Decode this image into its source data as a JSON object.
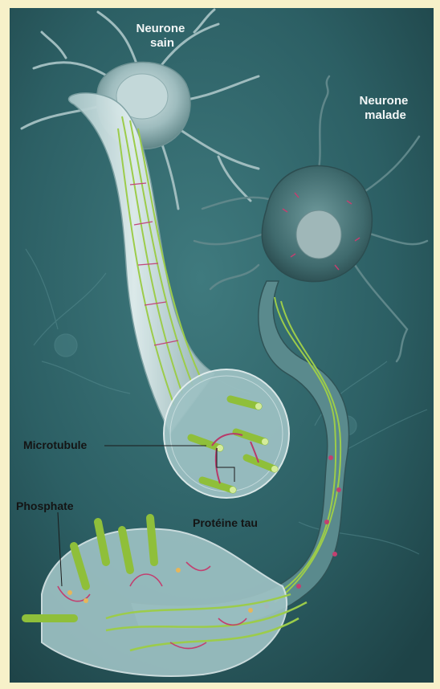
{
  "labels": {
    "healthy_neuron": [
      "Neurone",
      "sain"
    ],
    "diseased_neuron": [
      "Neurone",
      "malade"
    ],
    "microtubule": "Microtubule",
    "tau_protein": "Protéine tau",
    "phosphate": "Phosphate"
  },
  "colors": {
    "background": "#2c5f64",
    "frame": "#f7f1c9",
    "neuron_body": "#a9c6c8",
    "axon_sheath": "#bcd6d8",
    "microtubule": "#8fbf3a",
    "tau": "#b83a6a"
  }
}
